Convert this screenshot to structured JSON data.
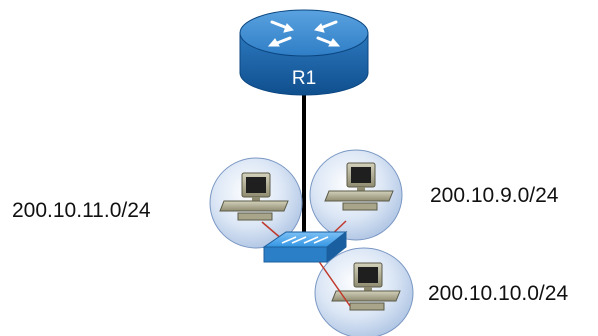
{
  "router": {
    "name": "R1",
    "icon": "router-icon"
  },
  "switch": {
    "icon": "switch-icon"
  },
  "hosts": [
    {
      "id": "host-left",
      "icon": "pc-icon",
      "network": "200.10.11.0/24"
    },
    {
      "id": "host-right",
      "icon": "pc-icon",
      "network": "200.10.9.0/24"
    },
    {
      "id": "host-bottom",
      "icon": "pc-icon",
      "network": "200.10.10.0/24"
    }
  ],
  "colors": {
    "router_body": "#2d7fc4",
    "router_dark": "#0f4f8e",
    "switch_body": "#2c86d4",
    "uplink": "#000000",
    "access_link": "#c0392b",
    "host_bubble": "#c9d9ee",
    "host_border": "#6f8fbf",
    "pc_body": "#b3b096"
  }
}
